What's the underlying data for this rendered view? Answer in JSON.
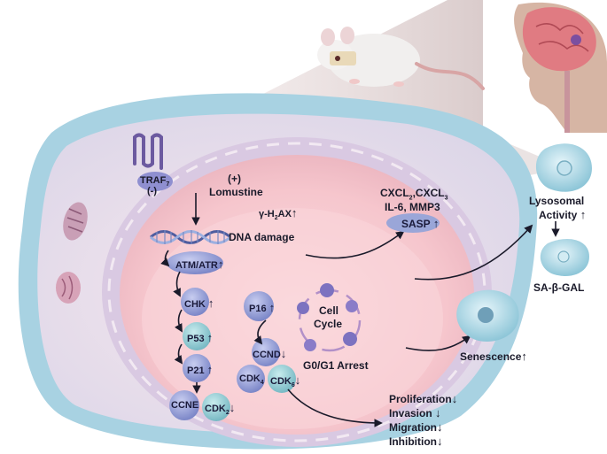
{
  "membrane": {
    "traf": "TRAF",
    "traf_sub": "7",
    "minus": "(-)"
  },
  "drug": {
    "plus": "(+)",
    "name": "Lomustine"
  },
  "markers": {
    "h2ax_prefix": "γ-H",
    "h2ax_sub": "2",
    "h2ax_suffix": "AX",
    "dna_damage": "DNA damage"
  },
  "pathway": {
    "atm_atr": "ATM/ATR",
    "chk": "CHK",
    "p53": "P53",
    "p21": "P21",
    "p16": "P16",
    "ccnd": "CCND",
    "cdk4": "CDK",
    "cdk4_sub": "4",
    "cdk6": "CDK",
    "cdk6_sub": "6",
    "ccne": "CCNE",
    "cdk2": "CDK",
    "cdk2_sub": "2"
  },
  "cell_cycle": {
    "line1": "Cell",
    "line2": "Cycle",
    "arrest": "G0/G1 Arrest"
  },
  "sasp": {
    "cxcl_a": "CXCL",
    "cxcl_a_sub": "2",
    "cxcl_sep": ",CXCL",
    "cxcl_b_sub": "3",
    "il_mmp": "IL-6, MMP3",
    "label": "SASP"
  },
  "outcomes": {
    "lysosomal_1": "Lysosomal",
    "lysosomal_2": "Activity",
    "sa_gal": "SA-β-GAL",
    "senescence": "Senescence",
    "proliferation": "Proliferation",
    "invasion": "Invasion",
    "migration": "Migration",
    "inhibition": "Inhibition"
  },
  "symbols": {
    "up": "↑",
    "down": "↓"
  },
  "colors": {
    "accent_blue": "#7f8fcf",
    "nucleus_pink": "#f6c9cf",
    "cytoplasm": "#efe4ef",
    "membrane_blue": "#a8d2e2",
    "arrow": "#1a1a2a"
  },
  "icons": [
    "mouse-icon",
    "human-head-brain-icon",
    "dna-helix-icon",
    "mitochondria-icon",
    "receptor-icon",
    "cell-icon"
  ]
}
